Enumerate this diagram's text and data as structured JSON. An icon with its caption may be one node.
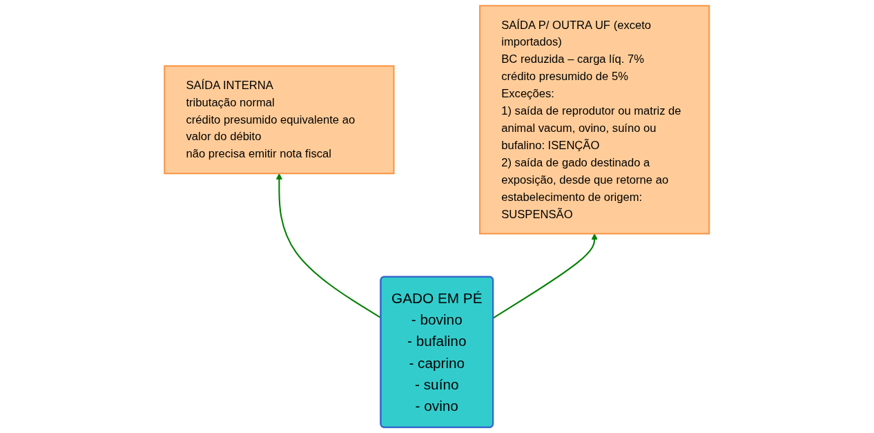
{
  "diagram": {
    "nodes": [
      {
        "text": [
          "SAÍDA INTERNA",
          "tributação normal",
          "crédito presumido equivalente ao valor do débito",
          "não precisa emitir nota fiscal"
        ]
      },
      {
        "text": [
          "GADO EM PÉ",
          "- bovino",
          "- bufalino",
          "- caprino",
          "- suíno",
          "- ovino"
        ]
      },
      {
        "text": [
          "SAÍDA P/ OUTRA UF (exceto importados)",
          "BC reduzida – carga líq. 7%",
          "crédito presumido de 5%",
          "Exceções:",
          "1) saída de reprodutor ou matriz de animal vacum, ovino, suíno ou bufalino: ISENÇÃO",
          "2) saída de gado destinado a exposição, desde que retorne ao estabelecimento de origem: SUSPENSÃO"
        ]
      }
    ],
    "edges": [
      {
        "from": 1,
        "to": 0,
        "arrow": "to",
        "color": "#008000"
      },
      {
        "from": 1,
        "to": 2,
        "arrow": "to",
        "color": "#008000"
      }
    ]
  }
}
